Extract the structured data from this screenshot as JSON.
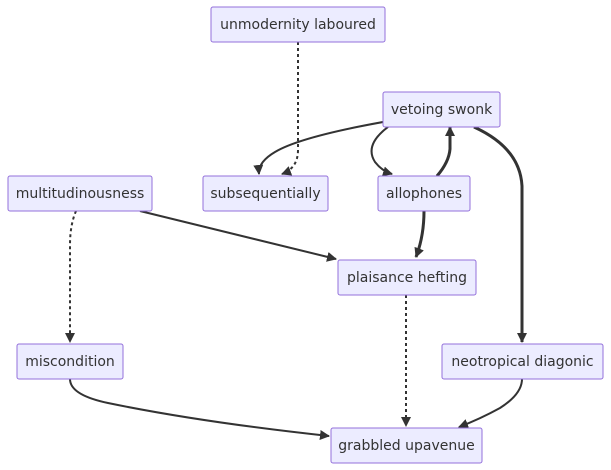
{
  "diagram": {
    "type": "flowchart",
    "nodes": [
      {
        "id": "unmodernity",
        "label": "unmodernity laboured"
      },
      {
        "id": "vetoing",
        "label": "vetoing swonk"
      },
      {
        "id": "multitud",
        "label": "multitudinousness"
      },
      {
        "id": "subseq",
        "label": "subsequentially"
      },
      {
        "id": "alloph",
        "label": "allophones"
      },
      {
        "id": "plaisance",
        "label": "plaisance hefting"
      },
      {
        "id": "miscond",
        "label": "miscondition"
      },
      {
        "id": "neotrop",
        "label": "neotropical diagonic"
      },
      {
        "id": "grabbled",
        "label": "grabbled upavenue"
      }
    ],
    "edges": [
      {
        "from": "unmodernity",
        "to": "subseq",
        "style": "dotted"
      },
      {
        "from": "vetoing",
        "to": "subseq",
        "style": "solid"
      },
      {
        "from": "vetoing",
        "to": "alloph",
        "style": "solid"
      },
      {
        "from": "alloph",
        "to": "vetoing",
        "style": "thick"
      },
      {
        "from": "vetoing",
        "to": "neotrop",
        "style": "thick"
      },
      {
        "from": "alloph",
        "to": "plaisance",
        "style": "thick"
      },
      {
        "from": "multitud",
        "to": "plaisance",
        "style": "solid"
      },
      {
        "from": "multitud",
        "to": "miscond",
        "style": "dotted"
      },
      {
        "from": "plaisance",
        "to": "grabbled",
        "style": "dotted"
      },
      {
        "from": "miscond",
        "to": "grabbled",
        "style": "solid"
      },
      {
        "from": "neotrop",
        "to": "grabbled",
        "style": "solid"
      }
    ]
  }
}
